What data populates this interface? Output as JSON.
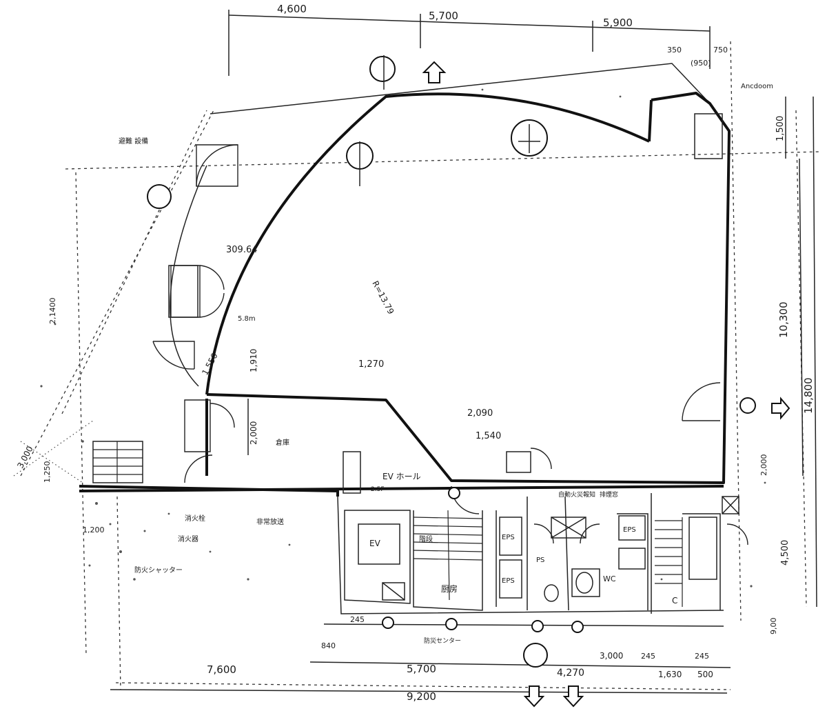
{
  "dimensions": {
    "top": [
      "4,600",
      "5,700",
      "5,900"
    ],
    "top_small": [
      "350",
      "750",
      "(950)"
    ],
    "right": [
      "1,500",
      "10,300",
      "14,800",
      "4,500",
      "9,00",
      "2,000"
    ],
    "left": [
      "2,1400",
      "3,000",
      "1,250",
      "1,200"
    ],
    "inner": [
      "309.64",
      "1,270",
      "1,910",
      "1,550",
      "2,000",
      "2,090",
      "1,540",
      "R=13.79"
    ],
    "bottom_inner": [
      "245",
      "840",
      "3,000",
      "245",
      "245"
    ],
    "bottom": [
      "7,600",
      "5,700",
      "4,270",
      "1,630",
      "500",
      "9,200"
    ]
  },
  "room_labels": {
    "ev_hall": "EV ホール",
    "ev": "EV",
    "eps1": "EPS",
    "eps2": "EPS",
    "eps3": "EPS",
    "ps": "PS",
    "c": "C",
    "kitchen": "厨房",
    "wc": "WC",
    "storage": "倉庫",
    "stair_label": "階段",
    "bottom_label": "防災センター"
  },
  "annotations": [
    "避難 設備",
    "消火栓",
    "消火器",
    "非常放送",
    "防火シャッター",
    "自動火災報知",
    "排煙窓",
    "Ancdoom",
    "2.5F",
    "5.8m"
  ],
  "symbols": [
    "compass-rose",
    "entrance-arrow"
  ]
}
